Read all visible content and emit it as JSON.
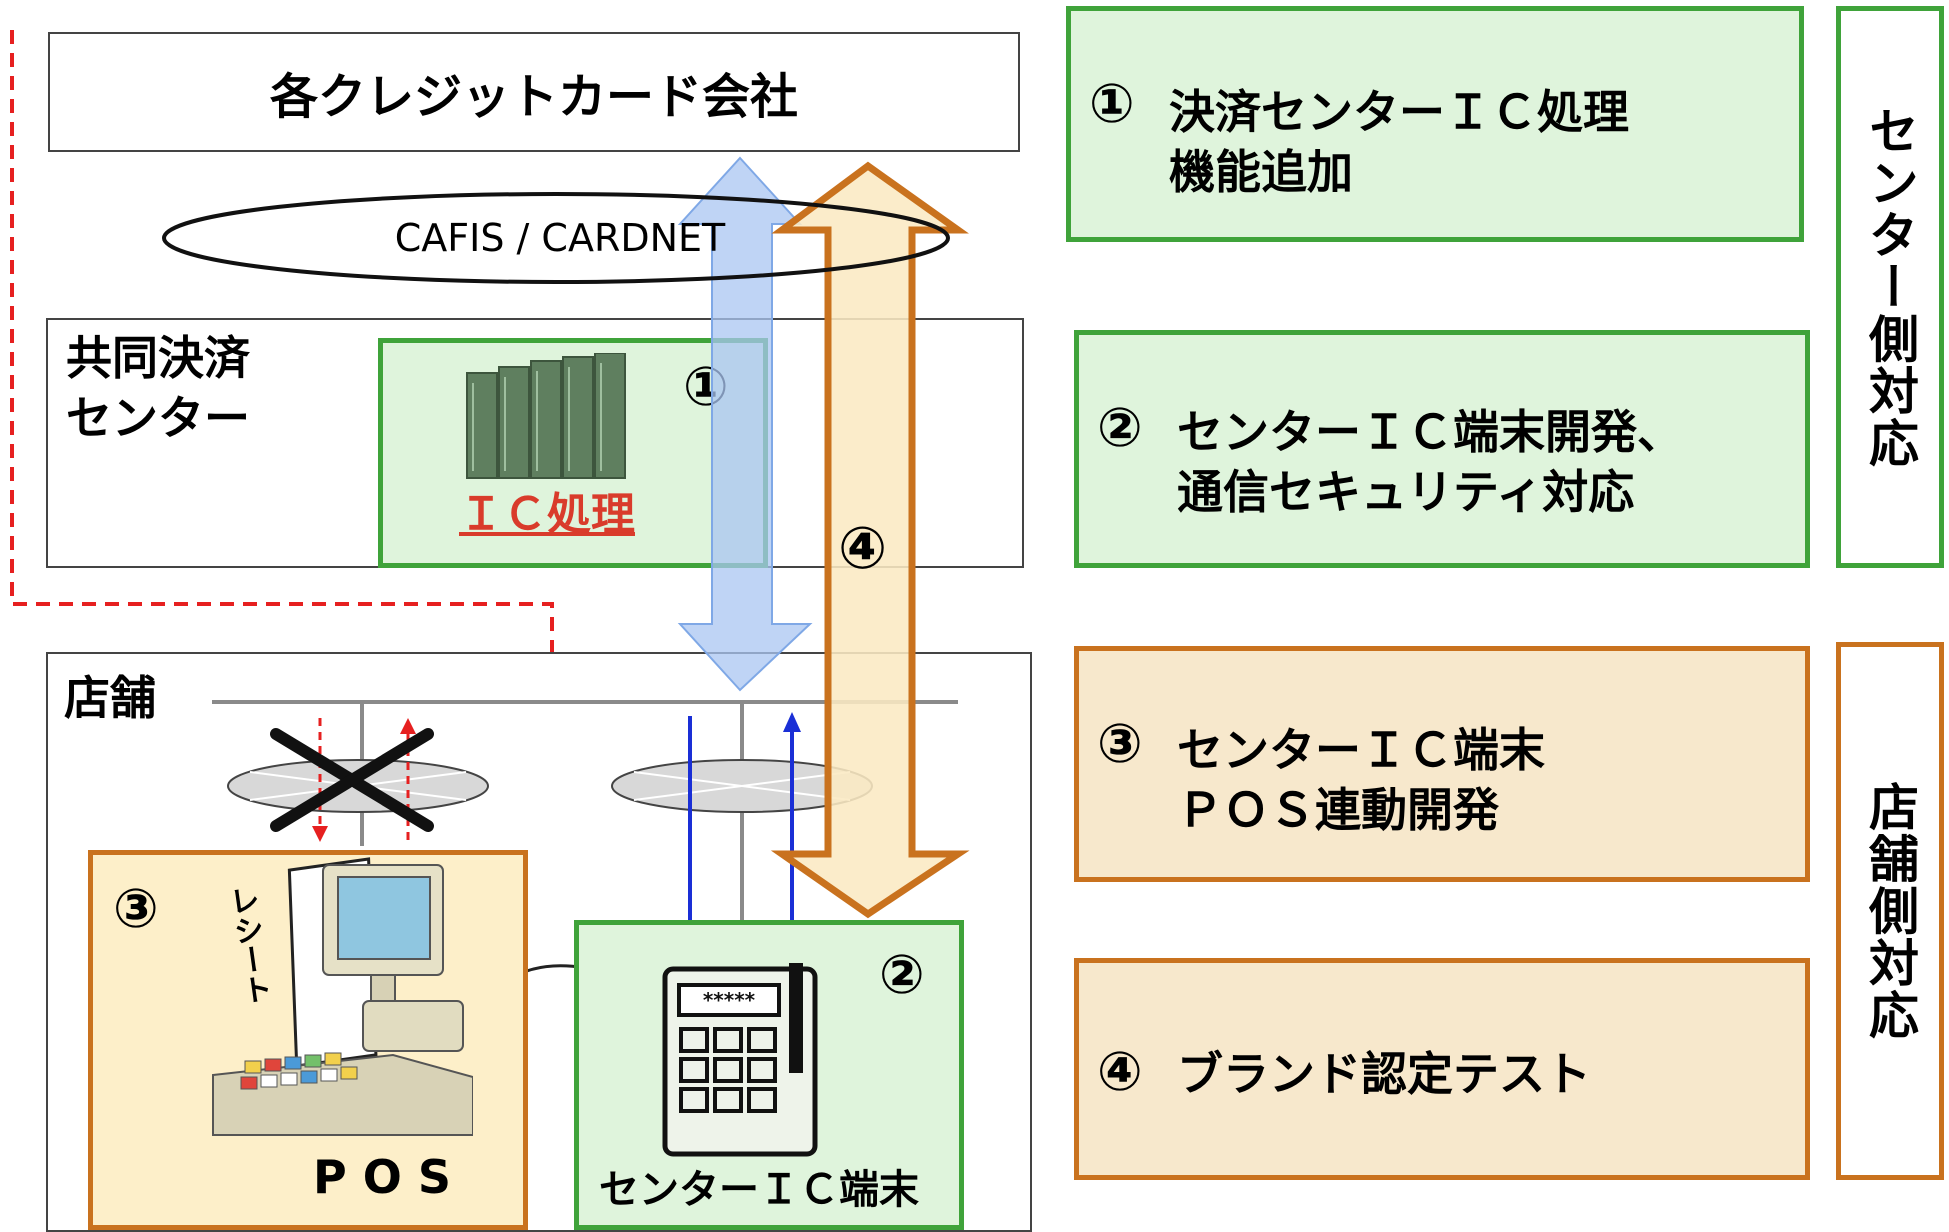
{
  "credit_company": "各クレジットカード会社",
  "network_label": "CAFIS / CARDNET",
  "center": {
    "title_lines": [
      "共同決済",
      "センター"
    ],
    "ic_label": "ＩＣ処理",
    "ic_mark": "①"
  },
  "store": {
    "title": "店舗",
    "pos_mark": "③",
    "pos_label": "POS",
    "receipt_label": "レシート",
    "terminal_mark": "②",
    "terminal_label": "センターＩＣ端末",
    "terminal_display": "*****"
  },
  "arrow4_mark": "④",
  "right_panels": [
    {
      "num": "①",
      "lines": [
        "決済センターＩＣ処理",
        "機能追加"
      ]
    },
    {
      "num": "②",
      "lines": [
        "センターＩＣ端末開発、",
        "通信セキュリティ対応"
      ]
    },
    {
      "num": "③",
      "lines": [
        "センターＩＣ端末",
        "ＰＯＳ連動開発"
      ]
    },
    {
      "num": "④",
      "lines": [
        "ブランド認定テスト"
      ]
    }
  ],
  "side_labels": {
    "center_side": "センター側対応",
    "store_side": "店舗側対応"
  },
  "colors": {
    "green_border": "#3fa33a",
    "green_fill": "#dff4dc",
    "orange_border": "#c9721e",
    "orange_fill": "#f7e8cc",
    "pos_fill": "#fdefc9",
    "blue_arrow": "#a9c6f2",
    "red_dashed": "#e62020",
    "ic_label_red": "#d93b2b"
  }
}
